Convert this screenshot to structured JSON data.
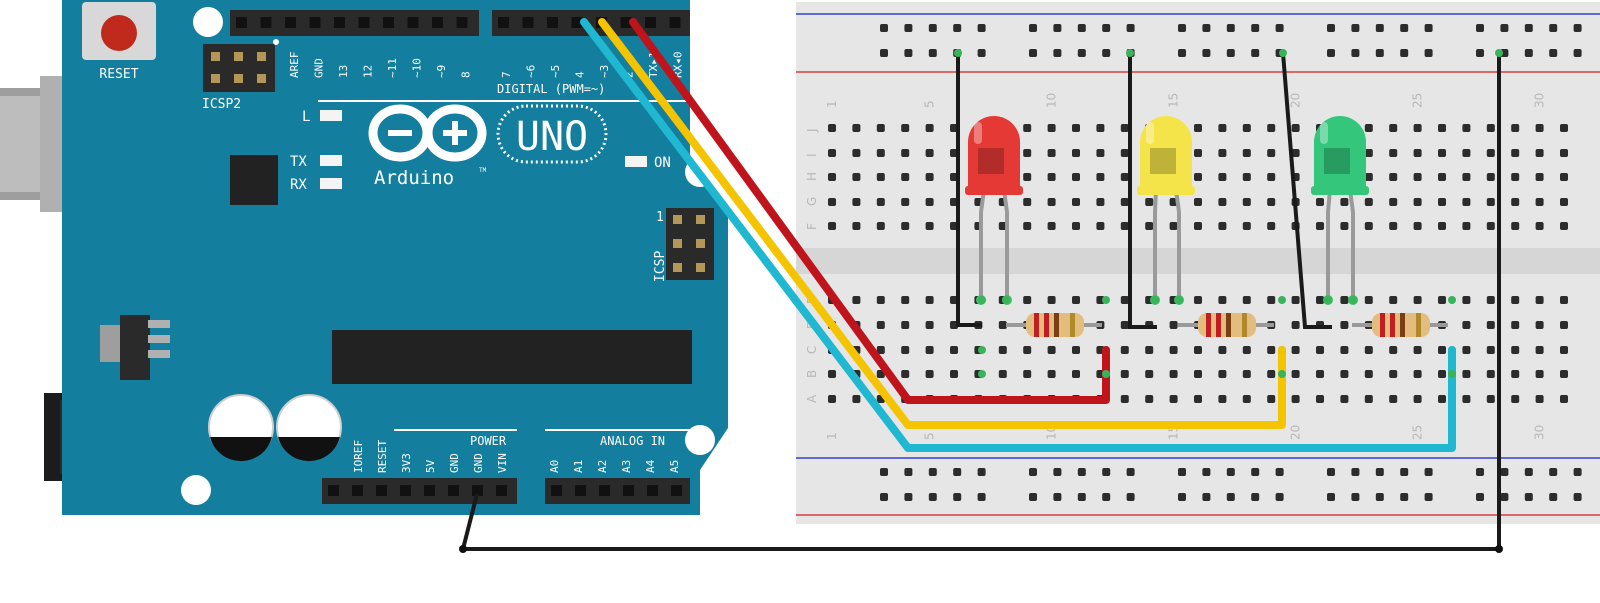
{
  "arduino": {
    "logo_text": "Arduino",
    "trademark": "TM",
    "uno_text": "UNO",
    "reset_label": "RESET",
    "icsp2_label": "ICSP2",
    "icsp_label": "ICSP",
    "icsp_pin1": "1",
    "led_l": "L",
    "led_tx": "TX",
    "led_rx": "RX",
    "on_label": "ON",
    "digital_label": "DIGITAL (PWM=~)",
    "power_label": "POWER",
    "analog_label": "ANALOG IN",
    "top_pins_left": [
      "AREF",
      "GND",
      "13",
      "12",
      "~11",
      "~10",
      "~9",
      "8"
    ],
    "top_pins_right": [
      "7",
      "~6",
      "~5",
      "4",
      "~3",
      "2",
      "TX▸1",
      "RX◂0"
    ],
    "power_pins": [
      "IOREF",
      "RESET",
      "3V3",
      "5V",
      "GND",
      "GND",
      "VIN"
    ],
    "analog_pins": [
      "A0",
      "A1",
      "A2",
      "A3",
      "A4",
      "A5"
    ]
  },
  "breadboard": {
    "column_numbers": [
      "1",
      "5",
      "10",
      "15",
      "20",
      "25",
      "30"
    ],
    "row_letters_top": [
      "J",
      "I",
      "H",
      "G",
      "F"
    ],
    "row_letters_bottom": [
      "E",
      "D",
      "C",
      "B",
      "A"
    ]
  },
  "leds": [
    {
      "name": "red",
      "color": "#e53935"
    },
    {
      "name": "yellow",
      "color": "#f4e44a"
    },
    {
      "name": "green",
      "color": "#34c77b"
    }
  ],
  "wires": {
    "red": "#c0141c",
    "yellow": "#f5c400",
    "cyan": "#1fb8d0",
    "ground": "#1a1a1a"
  }
}
